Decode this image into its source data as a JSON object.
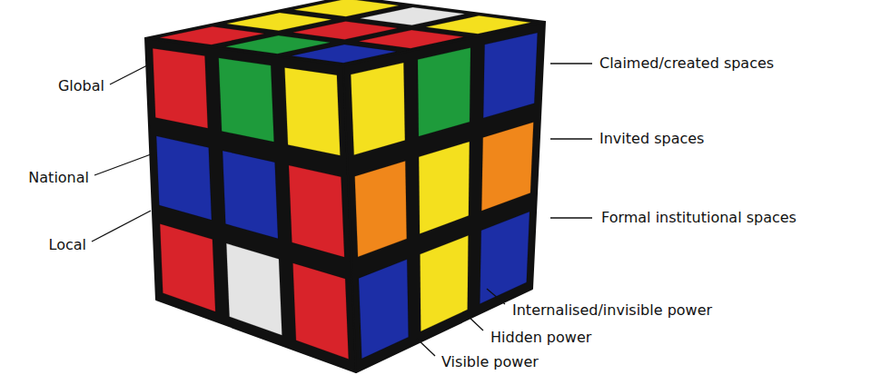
{
  "diagram": {
    "labels": [
      "Global",
      "National",
      "Local",
      "Claimed/created spaces",
      "Invited spaces",
      "Formal institutional spaces",
      "Internalised/invisible power",
      "Hidden power",
      "Visible power"
    ]
  }
}
